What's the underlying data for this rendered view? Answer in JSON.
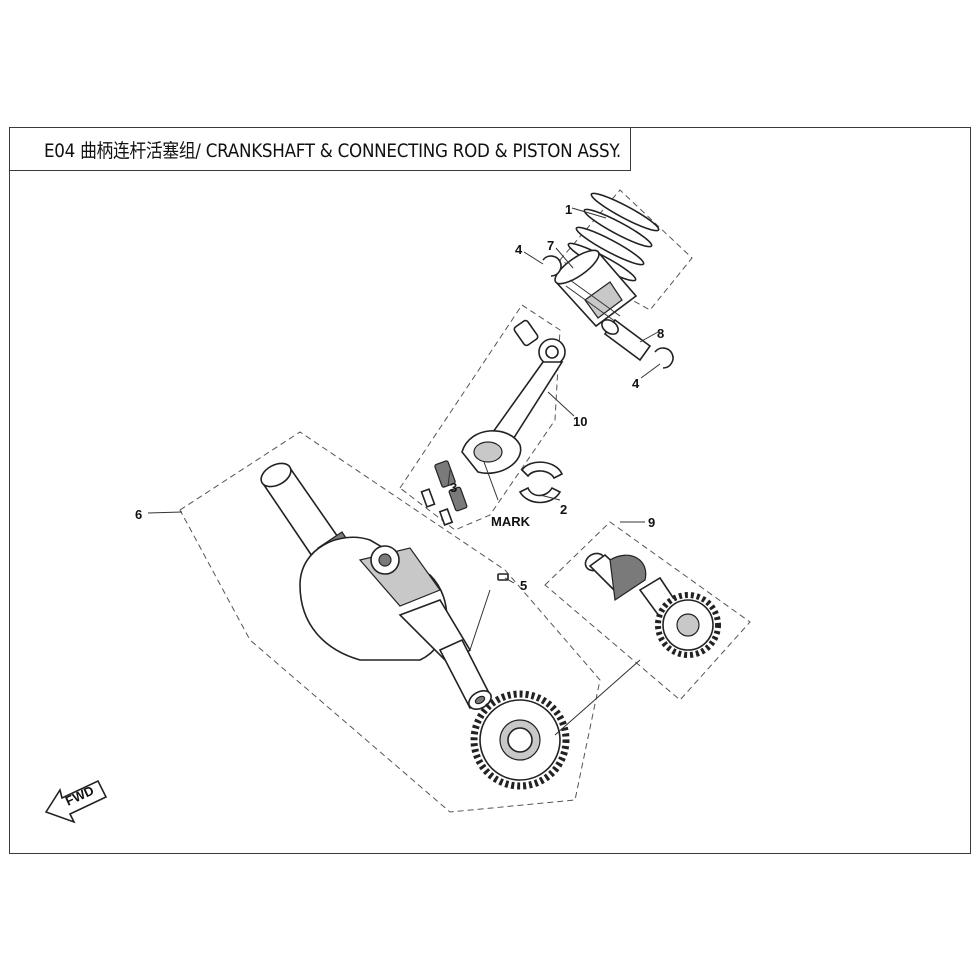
{
  "title": "E04 曲柄连杆活塞组/ CRANKSHAFT & CONNECTING ROD & PISTON ASSY.",
  "callouts": [
    "1",
    "7",
    "4",
    "8",
    "4",
    "10",
    "3",
    "2",
    "MARK",
    "6",
    "9",
    "5"
  ],
  "fwd_label": "FWD"
}
